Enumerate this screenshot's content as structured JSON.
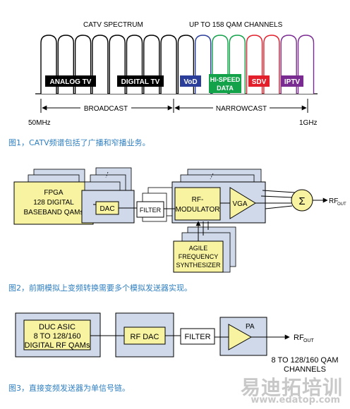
{
  "fig1": {
    "title_left": "CATV SPECTRUM",
    "title_right": "UP TO 158 QAM CHANNELS",
    "labels": {
      "analog_tv": "ANALOG TV",
      "digital_tv": "DIGITAL TV",
      "vod": "VoD",
      "hispeed_1": "HI-SPEED",
      "hispeed_2": "DATA",
      "sdv": "SDV",
      "iptv": "IPTV"
    },
    "broadcast": "BROADCAST",
    "narrowcast": "NARROWCAST",
    "freq_low": "50MHz",
    "freq_high": "1GHz",
    "colors": {
      "analog": "#ffffff",
      "digital": "#ffffff",
      "vod": "#2b3f9a",
      "hispeed": "#13a14a",
      "sdv": "#e31f2b",
      "iptv": "#7a2b91"
    },
    "caption": "图1，CATV频谱包括了广播和窄播业务。"
  },
  "fig2": {
    "fpga_1": "FPGA",
    "fpga_2": "128 DIGITAL",
    "fpga_3": "BASEBAND QAMs",
    "dac": "DAC",
    "filter": "FILTER",
    "rfmod_1": "RF-",
    "rfmod_2": "MODULATOR",
    "vga": "VGA",
    "sum": "Σ",
    "rf_out": "RF",
    "rf_out_sub": "OUT",
    "agile_1": "AGILE",
    "agile_2": "FREQUENCY",
    "agile_3": "SYNTHESIZER",
    "caption": "图2，前期模拟上变频转换需要多个模拟发送器实现。"
  },
  "fig3": {
    "duc_1": "DUC ASIC",
    "duc_2": "8 TO 128/160",
    "duc_3": "DIGITAL RF QAMs",
    "rfdac": "RF DAC",
    "filter": "FILTER",
    "pa": "PA",
    "rf_out": "RF",
    "rf_out_sub": "OUT",
    "channels_1": "8 TO 128/160 QAM",
    "channels_2": "CHANNELS",
    "caption": "图3，直接变频发送器为单信号链。"
  },
  "watermark": {
    "cn": "易迪拓培训",
    "url": "www.edatop.com"
  }
}
